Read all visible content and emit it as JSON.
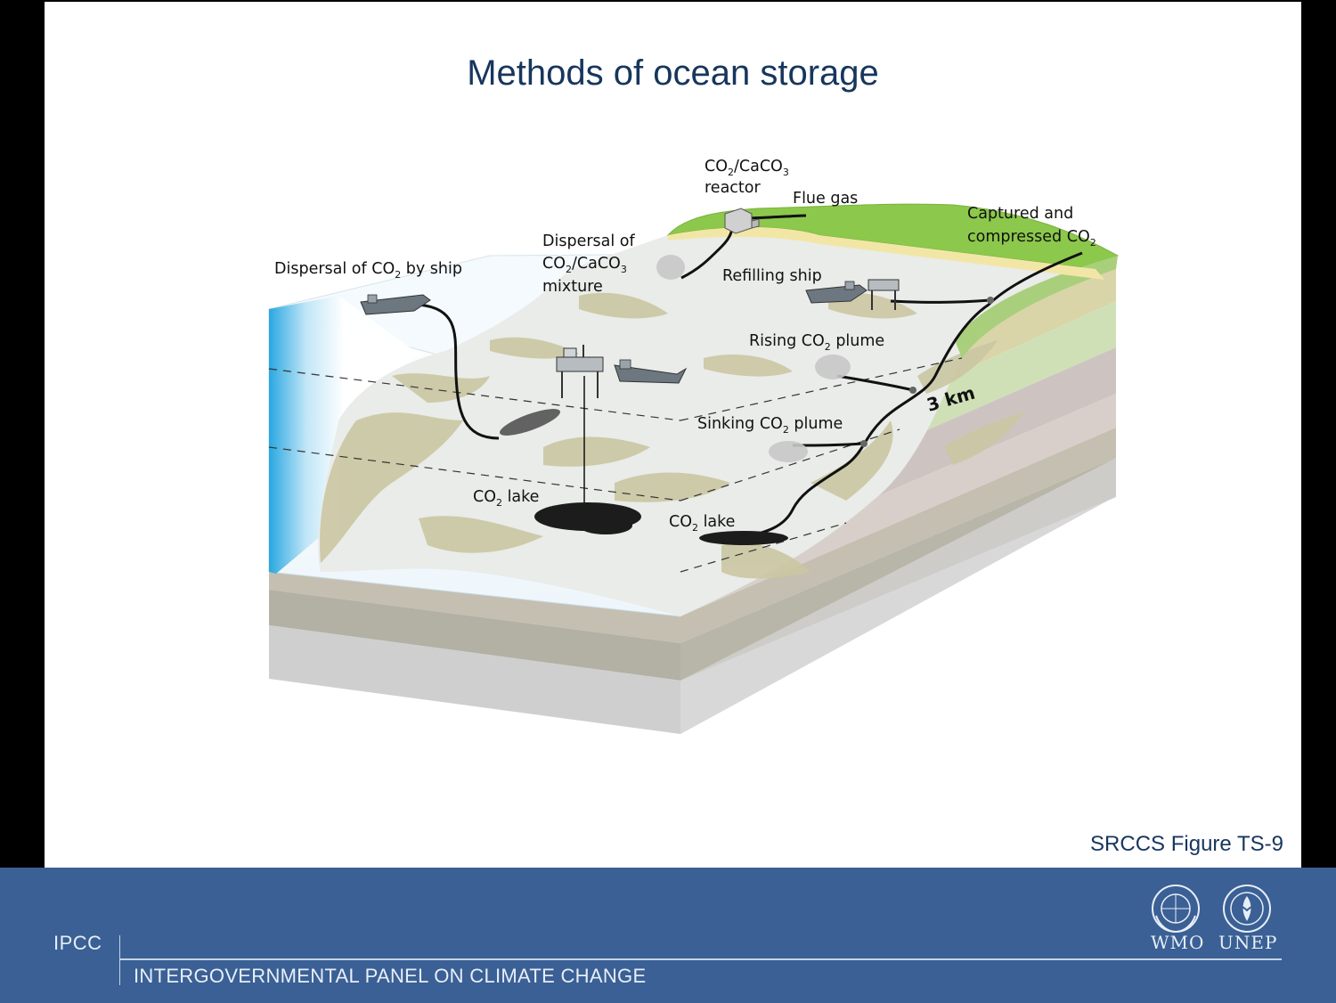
{
  "slide": {
    "title": "Methods of ocean storage",
    "figure_ref": "SRCCS Figure TS-9"
  },
  "diagram": {
    "labels": {
      "reactor_main": "CO",
      "reactor_sub1": "2",
      "reactor_mid": "/CaCO",
      "reactor_sub2": "3",
      "reactor_line2": "reactor",
      "flue_gas": "Flue gas",
      "captured_line1": "Captured and",
      "captured_line2": "compressed CO",
      "captured_sub": "2",
      "dispersal_ship_a": "Dispersal of CO",
      "dispersal_ship_sub": "2",
      "dispersal_ship_b": " by ship",
      "dispersal_mix_line1": "Dispersal of",
      "dispersal_mix_co": "CO",
      "dispersal_mix_sub1": "2",
      "dispersal_mix_mid": "/CaCO",
      "dispersal_mix_sub2": "3",
      "dispersal_mix_line3": "mixture",
      "refilling_ship": "Refilling ship",
      "rising_a": "Rising CO",
      "rising_sub": "2",
      "rising_b": " plume",
      "depth": "3 km",
      "sinking_a": "Sinking CO",
      "sinking_sub": "2",
      "sinking_b": " plume",
      "lake1_a": "CO",
      "lake1_sub": "2",
      "lake1_b": " lake",
      "lake2_a": "CO",
      "lake2_sub": "2",
      "lake2_b": " lake"
    }
  },
  "footer": {
    "org_short": "IPCC",
    "org_full": "INTERGOVERNMENTAL PANEL ON CLIMATE CHANGE",
    "logo1_text": "WMO",
    "logo2_text": "UNEP"
  },
  "colors": {
    "title": "#17365d",
    "footer_bg": "#3a6095",
    "ocean": "#29a9e0",
    "land": "#8cc84b",
    "seafloor": "#e7eae6",
    "sediment": "#cbc7a3"
  }
}
